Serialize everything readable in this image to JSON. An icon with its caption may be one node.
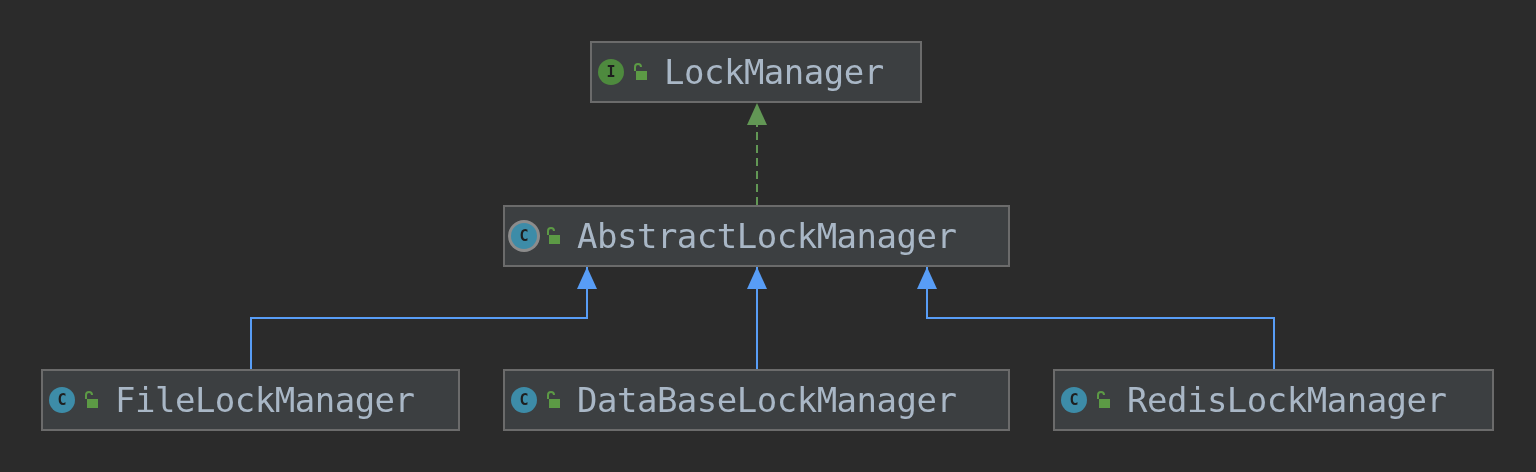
{
  "diagram": {
    "nodes": [
      {
        "text": [
          "I",
          "LockManager"
        ]
      },
      {
        "text": [
          "C",
          "AbstractLockManager"
        ]
      },
      {
        "text": [
          "C",
          "FileLockManager"
        ]
      },
      {
        "text": [
          "C",
          "DataBaseLockManager"
        ]
      },
      {
        "text": [
          "C",
          "RedisLockManager"
        ]
      }
    ],
    "edges": [
      {
        "from": 1,
        "to": 0,
        "arrow": "to",
        "style": "dashed",
        "color": "#629755"
      },
      {
        "from": 2,
        "to": 1,
        "arrow": "to"
      },
      {
        "from": 3,
        "to": 1,
        "arrow": "to"
      },
      {
        "from": 4,
        "to": 1,
        "arrow": "to"
      }
    ]
  }
}
